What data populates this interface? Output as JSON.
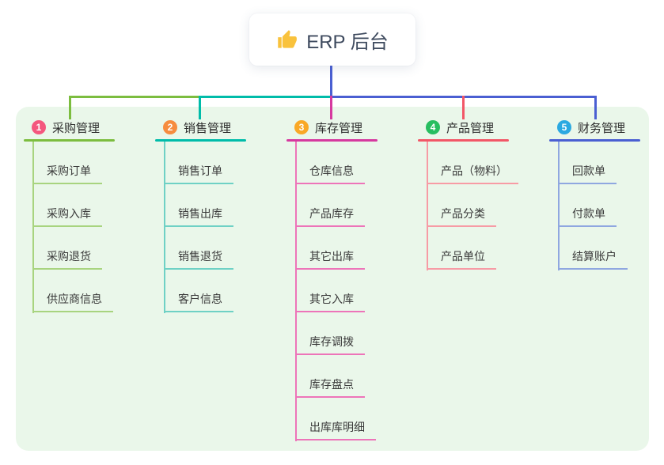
{
  "root": {
    "label": "ERP 后台",
    "icon": "thumbs-up-icon",
    "icon_color": "#F9C23C"
  },
  "colors": {
    "panel_bg": "#EAF7EA",
    "stem": "#4A5FD2",
    "canvas_bg": "#FFFFFF"
  },
  "branches": [
    {
      "badge": "1",
      "label": "采购管理",
      "badge_color": "#F4577E",
      "line_color": "#7CBD3F",
      "child_line_color": "#A8D47F",
      "children": [
        "采购订单",
        "采购入库",
        "采购退货",
        "供应商信息"
      ]
    },
    {
      "badge": "2",
      "label": "销售管理",
      "badge_color": "#F68C3F",
      "line_color": "#00BCA9",
      "child_line_color": "#6FD1C5",
      "children": [
        "销售订单",
        "销售出库",
        "销售退货",
        "客户信息"
      ]
    },
    {
      "badge": "3",
      "label": "库存管理",
      "badge_color": "#F9A826",
      "line_color": "#D6399F",
      "child_line_color": "#ED74B9",
      "children": [
        "仓库信息",
        "产品库存",
        "其它出库",
        "其它入库",
        "库存调拨",
        "库存盘点",
        "出库库明细"
      ]
    },
    {
      "badge": "4",
      "label": "产品管理",
      "badge_color": "#27BE60",
      "line_color": "#F25767",
      "child_line_color": "#F79BA5",
      "children": [
        "产品（物料）",
        "产品分类",
        "产品单位"
      ]
    },
    {
      "badge": "5",
      "label": "财务管理",
      "badge_color": "#2BA9E1",
      "line_color": "#4A5FD2",
      "child_line_color": "#8FA7E0",
      "children": [
        "回款单",
        "付款单",
        "结算账户"
      ]
    }
  ]
}
